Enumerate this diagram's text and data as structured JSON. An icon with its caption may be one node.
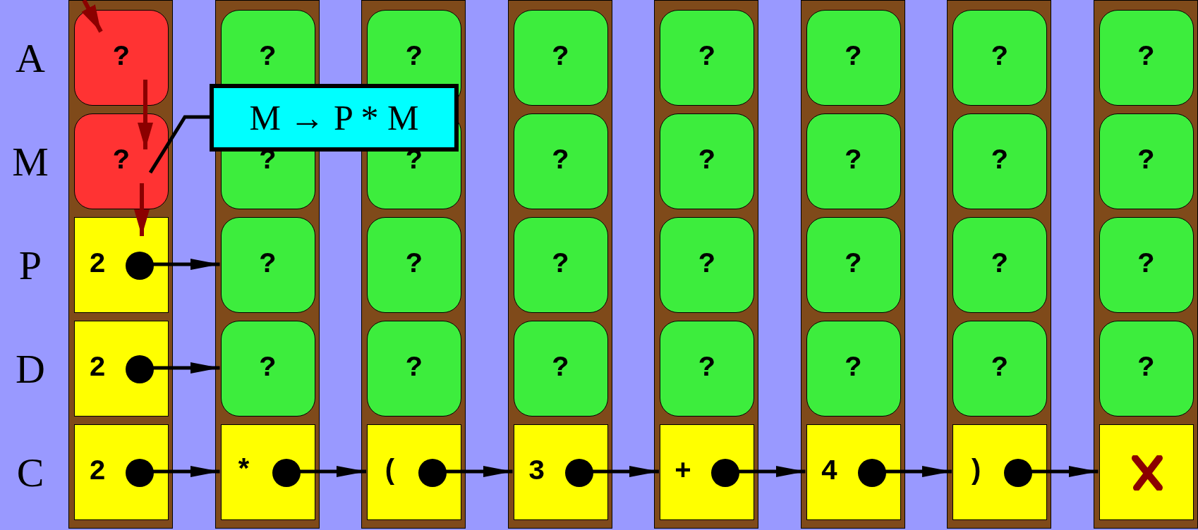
{
  "diagram": {
    "nodes": [
      {
        "text": [],
        "shape": "bar"
      },
      {
        "text": [
          "?"
        ],
        "in": 0
      },
      {
        "text": [
          "?"
        ],
        "in": 0
      },
      {
        "text": [
          "2"
        ],
        "in": 0
      },
      {
        "text": [
          "2"
        ],
        "in": 0
      },
      {
        "text": [
          "2"
        ],
        "in": 0
      },
      {
        "text": [],
        "shape": "bar"
      },
      {
        "text": [
          "?"
        ],
        "in": 6
      },
      {
        "text": [
          "?"
        ],
        "in": 6
      },
      {
        "text": [
          "?"
        ],
        "in": 6
      },
      {
        "text": [
          "?"
        ],
        "in": 6
      },
      {
        "text": [
          "*"
        ],
        "in": 6
      },
      {
        "text": [],
        "shape": "bar"
      },
      {
        "text": [
          "?"
        ],
        "in": 12
      },
      {
        "text": [
          "?"
        ],
        "in": 12
      },
      {
        "text": [
          "?"
        ],
        "in": 12
      },
      {
        "text": [
          "?"
        ],
        "in": 12
      },
      {
        "text": [
          "("
        ],
        "in": 12
      },
      {
        "text": [],
        "shape": "bar"
      },
      {
        "text": [
          "?"
        ],
        "in": 18
      },
      {
        "text": [
          "?"
        ],
        "in": 18
      },
      {
        "text": [
          "?"
        ],
        "in": 18
      },
      {
        "text": [
          "?"
        ],
        "in": 18
      },
      {
        "text": [
          "3"
        ],
        "in": 18
      },
      {
        "text": [],
        "shape": "bar"
      },
      {
        "text": [
          "?"
        ],
        "in": 24
      },
      {
        "text": [
          "?"
        ],
        "in": 24
      },
      {
        "text": [
          "?"
        ],
        "in": 24
      },
      {
        "text": [
          "?"
        ],
        "in": 24
      },
      {
        "text": [
          "+"
        ],
        "in": 24
      },
      {
        "text": [],
        "shape": "bar"
      },
      {
        "text": [
          "?"
        ],
        "in": 30
      },
      {
        "text": [
          "?"
        ],
        "in": 30
      },
      {
        "text": [
          "?"
        ],
        "in": 30
      },
      {
        "text": [
          "?"
        ],
        "in": 30
      },
      {
        "text": [
          "4"
        ],
        "in": 30
      },
      {
        "text": [],
        "shape": "bar"
      },
      {
        "text": [
          "?"
        ],
        "in": 36
      },
      {
        "text": [
          "?"
        ],
        "in": 36
      },
      {
        "text": [
          "?"
        ],
        "in": 36
      },
      {
        "text": [
          "?"
        ],
        "in": 36
      },
      {
        "text": [
          ")"
        ],
        "in": 36
      },
      {
        "text": [],
        "shape": "bar"
      },
      {
        "text": [
          "?"
        ],
        "in": 42
      },
      {
        "text": [
          "?"
        ],
        "in": 42
      },
      {
        "text": [
          "?"
        ],
        "in": 42
      },
      {
        "text": [
          "?"
        ],
        "in": 42
      },
      {
        "text": [],
        "shape": "box",
        "in": 42
      },
      {
        "text": [
          "M → P * M"
        ]
      }
    ],
    "edges": [
      {
        "from": 3,
        "to": 9,
        "arrow": "to"
      },
      {
        "from": 4,
        "to": 10,
        "arrow": "to"
      },
      {
        "from": 5,
        "to": 11,
        "arrow": "to"
      },
      {
        "from": 11,
        "to": 17,
        "arrow": "to"
      },
      {
        "from": 17,
        "to": 23,
        "arrow": "to"
      },
      {
        "from": 23,
        "to": 29,
        "arrow": "to"
      },
      {
        "from": 29,
        "to": 35,
        "arrow": "to"
      },
      {
        "from": 35,
        "to": 41,
        "arrow": "to"
      },
      {
        "from": 41,
        "to": 47,
        "arrow": "to"
      },
      {
        "from": null,
        "to": 1,
        "arrow": "to",
        "color": "#8b0000"
      },
      {
        "from": 1,
        "to": 2,
        "arrow": "to",
        "color": "#8b0000"
      },
      {
        "from": 2,
        "to": 3,
        "arrow": "to",
        "color": "#8b0000"
      },
      {
        "from": 48,
        "to": 2,
        "arrow": "none"
      }
    ],
    "labels": [
      "A",
      "M",
      "P",
      "D",
      "C"
    ]
  }
}
